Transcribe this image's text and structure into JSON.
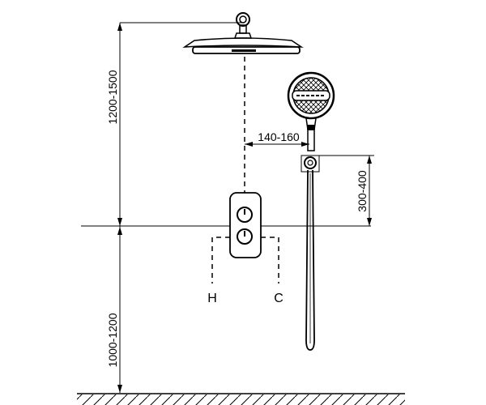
{
  "diagram": {
    "dimensions": {
      "overhead_height": "1200-1500",
      "valve_height": "1000-1200",
      "arm_offset": "140-160",
      "holder_range": "300-400"
    },
    "pipes": {
      "hot": "H",
      "cold": "C"
    },
    "colors": {
      "line": "#000000",
      "background": "#ffffff"
    }
  }
}
